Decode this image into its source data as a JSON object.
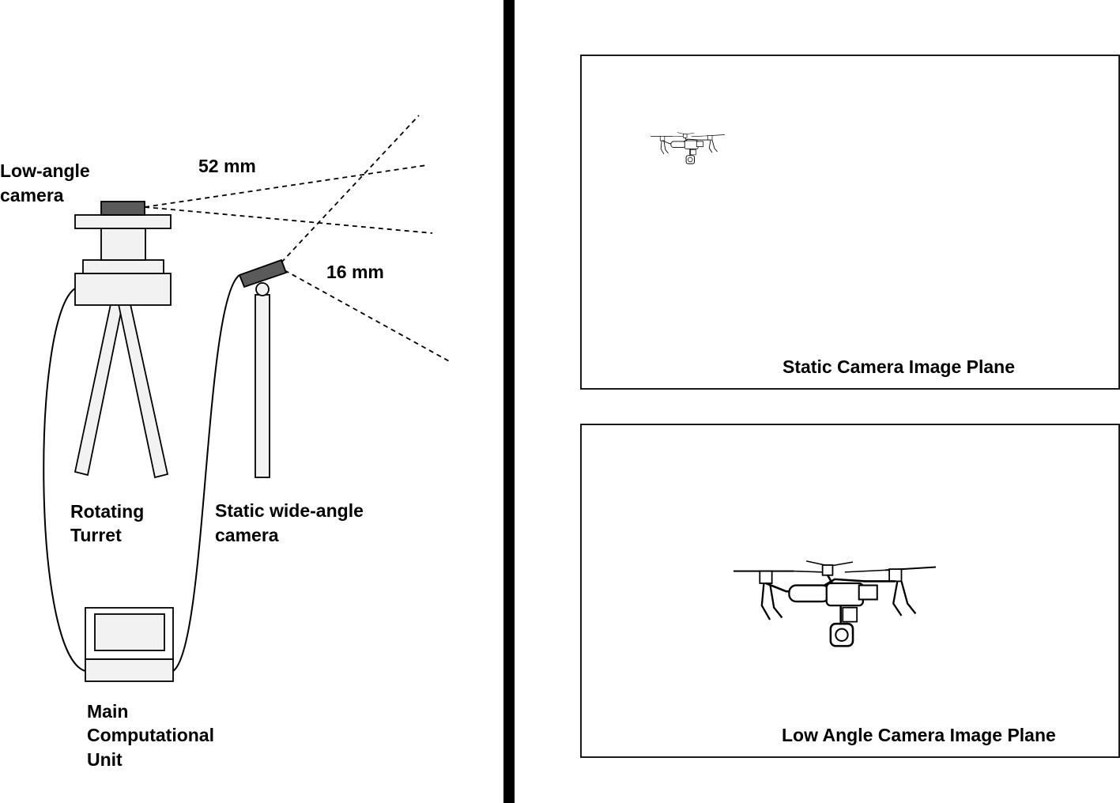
{
  "labels": {
    "low_angle_camera": [
      "Low-angle",
      "camera"
    ],
    "focal_52": "52 mm",
    "focal_16": "16 mm",
    "rotating_turret": [
      "Rotating",
      "Turret"
    ],
    "static_wide_angle_camera": [
      "Static wide-angle",
      "camera"
    ],
    "main_computational_unit": [
      "Main",
      "Computational",
      "Unit"
    ],
    "static_image_plane": "Static Camera Image Plane",
    "low_angle_image_plane": "Low Angle Camera Image Plane"
  },
  "colors": {
    "line": "#000000",
    "fill": "#f2f2f2",
    "camera_body": "#5a5a5a",
    "divider": "#000000",
    "background": "#ffffff"
  },
  "icons": {
    "drone_small": "drone-icon",
    "drone_large": "drone-icon"
  }
}
